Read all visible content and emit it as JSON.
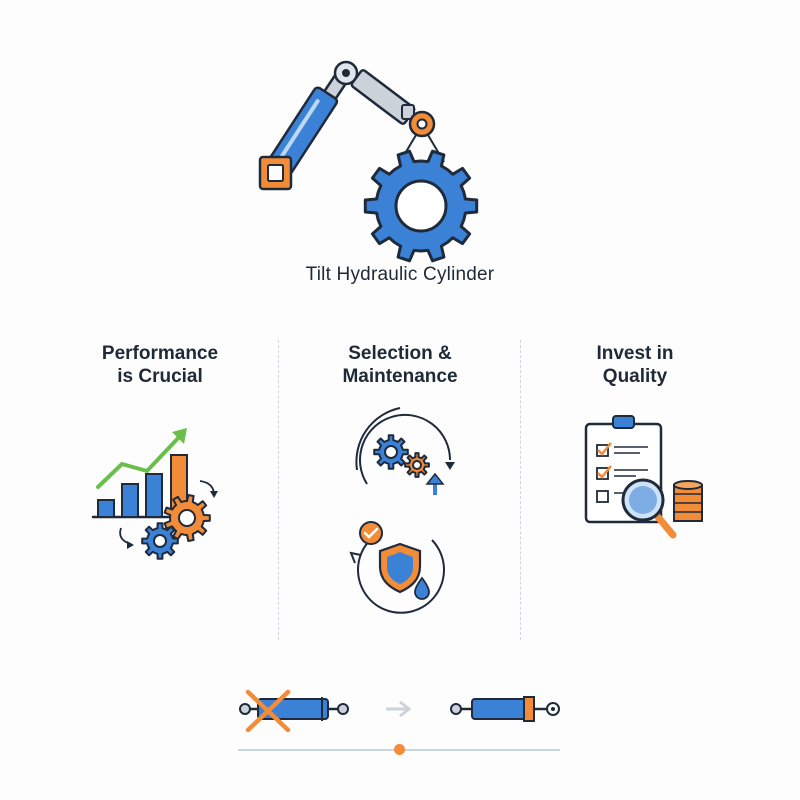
{
  "hero": {
    "title": "Tilt Hydraulic Cylinder",
    "icon": "robotic-arm-cylinder-gear-icon"
  },
  "columns": [
    {
      "id": "performance",
      "title": "Performance\nis Crucial",
      "icon": "growth-chart-gears-icon"
    },
    {
      "id": "selection",
      "title": "Selection &\nMaintenance",
      "icons": [
        "gears-cycle-icon",
        "shield-maintenance-icon"
      ]
    },
    {
      "id": "quality",
      "title": "Invest in\nQuality",
      "icon": "checklist-magnifier-coins-icon"
    }
  ],
  "comparison": {
    "from_icon": "crossed-out-cylinder-icon",
    "arrow_icon": "arrow-right-icon",
    "to_icon": "cylinder-icon",
    "progress": 0.5
  },
  "colors": {
    "blue": "#3b82d6",
    "orange": "#f28c38",
    "green": "#6abf4b",
    "outline": "#1f2a3a",
    "gray": "#cbd2d9"
  }
}
